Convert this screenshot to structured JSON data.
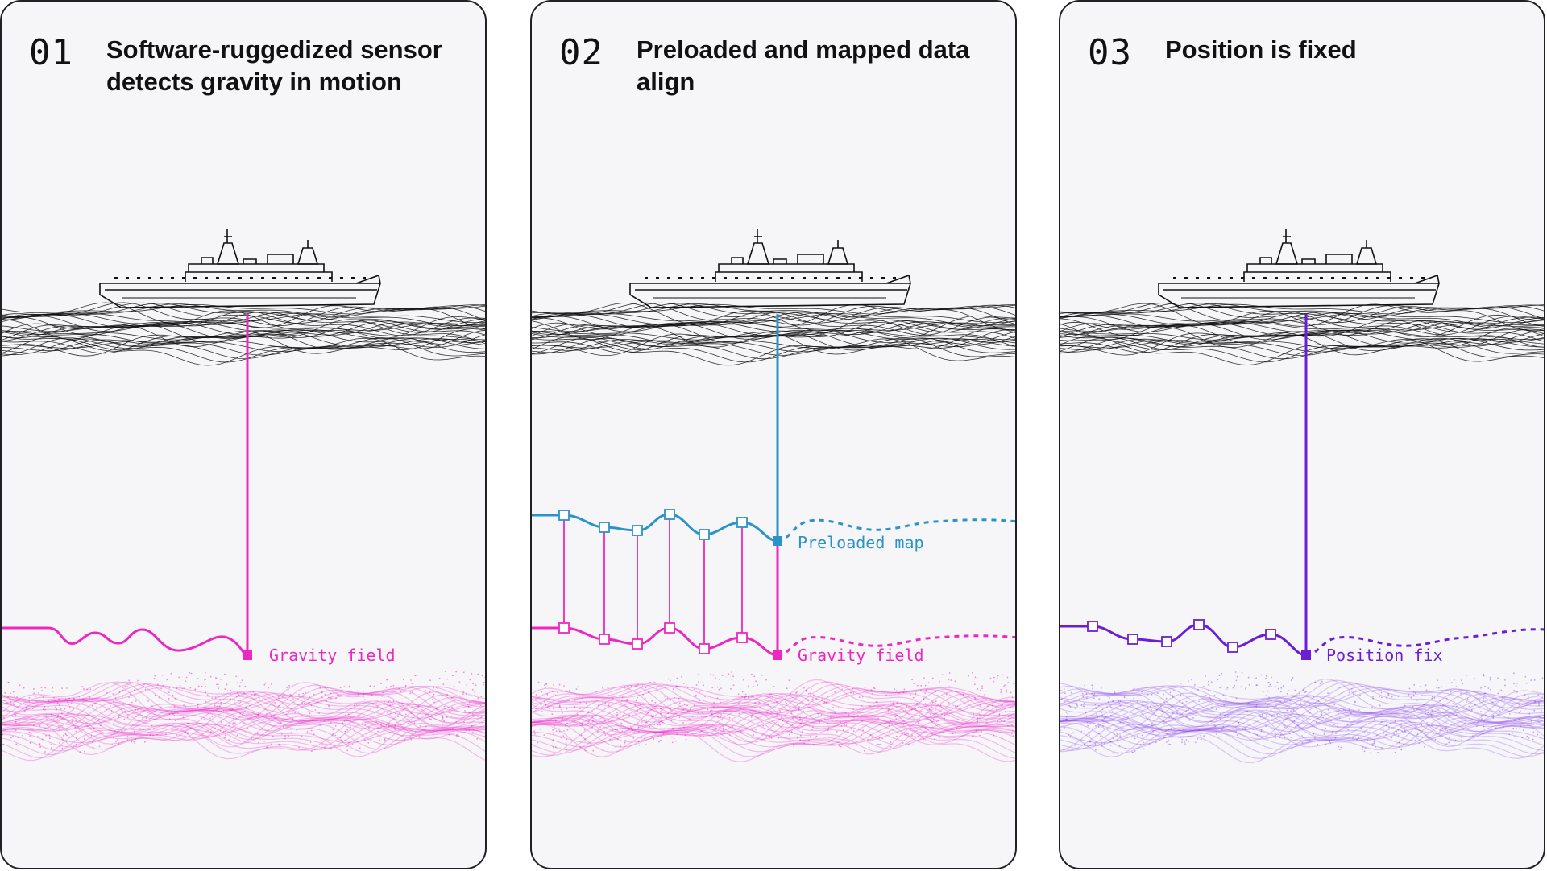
{
  "colors": {
    "gravity": "#ec28c2",
    "preloaded": "#2b93c8",
    "position": "#6a1fd6",
    "gravity_cloud": "#ee1fc8",
    "position_cloud": "#8b45ee",
    "panel_bg": "#f6f6f8",
    "ink": "#111111"
  },
  "panels": [
    {
      "number": "01",
      "title": "Software-ruggedized sensor detects gravity in motion",
      "labels": {
        "gravity": "Gravity field"
      }
    },
    {
      "number": "02",
      "title": "Preloaded and mapped data align",
      "labels": {
        "preloaded": "Preloaded map",
        "gravity": "Gravity field"
      }
    },
    {
      "number": "03",
      "title": "Position is fixed",
      "labels": {
        "position": "Position fix"
      }
    }
  ],
  "icons": {
    "ship": "ship-illustration",
    "waves": "ocean-waves-illustration",
    "cloud": "gravity-point-cloud"
  }
}
